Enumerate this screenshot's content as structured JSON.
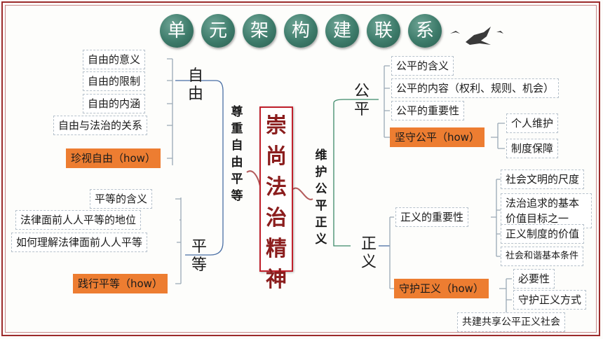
{
  "title_chars": [
    "单",
    "元",
    "架",
    "构",
    "建",
    "联",
    "系"
  ],
  "center": "崇尚法治精神",
  "left_label": "尊重自由平等",
  "right_label": "维护公平正义",
  "freedom": {
    "heading": "自由",
    "items": [
      "自由的意义",
      "自由的限制",
      "自由的内涵",
      "自由与法治的关系"
    ],
    "action": "珍视自由（how）"
  },
  "equality": {
    "heading": "平等",
    "items": [
      "平等的含义",
      "法律面前人人平等的地位",
      "如何理解法律面前人人平等"
    ],
    "action": "践行平等（how）"
  },
  "fairness": {
    "heading": "公平",
    "items": [
      "公平的含义",
      "公平的内容（权利、规则、机会）",
      "公平的重要性"
    ],
    "action": "坚守公平（how）",
    "action_items": [
      "个人维护",
      "制度保障"
    ]
  },
  "justice": {
    "heading": "正义",
    "importance": "正义的重要性",
    "importance_items": [
      "社会文明的尺度",
      "法治追求的基本价值目标之一",
      "正义制度的价值",
      "社会和谐基本条件"
    ],
    "action": "守护正义（how）",
    "action_items": [
      "必要性",
      "守护正义方式",
      "共建共享公平正义社会"
    ]
  }
}
